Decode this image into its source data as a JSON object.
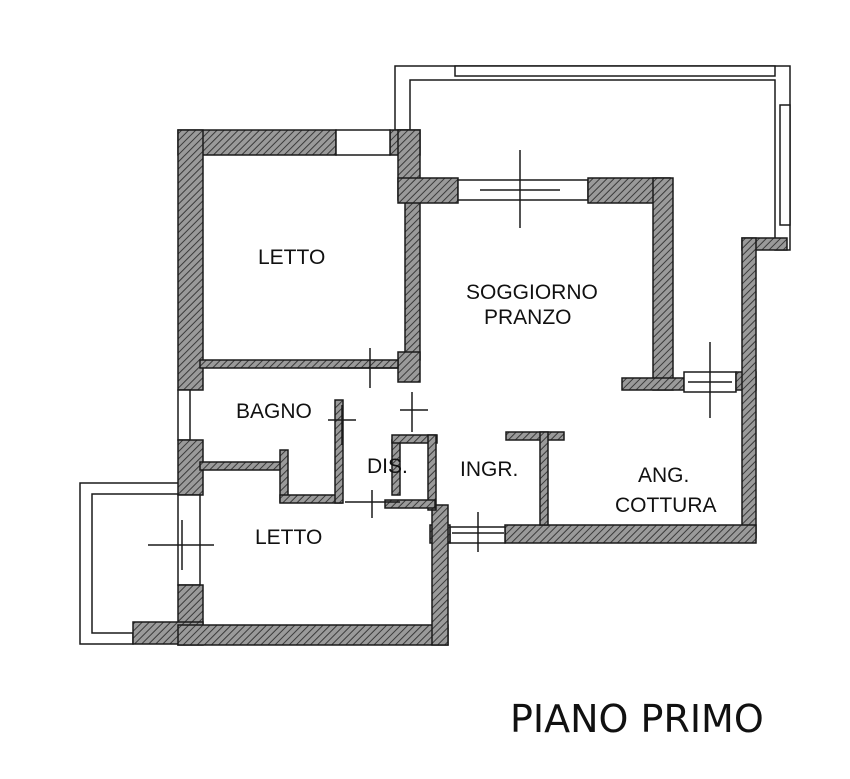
{
  "plan": {
    "title": "PIANO PRIMO",
    "rooms": {
      "letto_top": "LETTO",
      "soggiorno_line1": "SOGGIORNO",
      "soggiorno_line2": "PRANZO",
      "bagno": "BAGNO",
      "dis": "DIS.",
      "ingr": "INGR.",
      "ang_line1": "ANG.",
      "ang_line2": "COTTURA",
      "letto_bottom": "LETTO"
    }
  },
  "colors": {
    "ink": "#1a1a1a",
    "hatch": "#555555",
    "background": "#ffffff"
  }
}
